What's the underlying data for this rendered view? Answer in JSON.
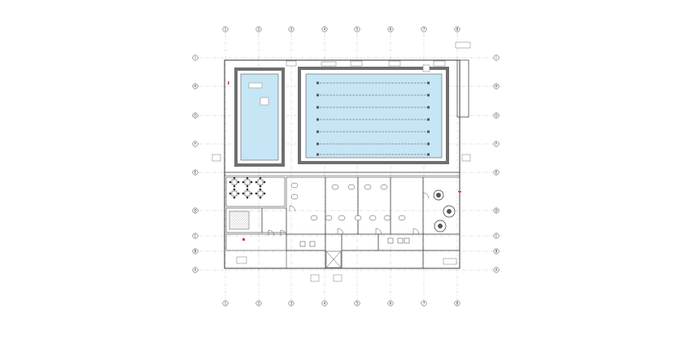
{
  "drawing": {
    "type": "architectural-floor-plan",
    "subject": "natatorium",
    "colors": {
      "line": "#3a3a3a",
      "light_line": "#9a9a9a",
      "pool_water": "#c6e6f6",
      "pool_deck": "#7a7a7a",
      "accent": "#d04040"
    }
  },
  "grid": {
    "columns": [
      "1",
      "2",
      "3",
      "4",
      "5",
      "6",
      "7",
      "8"
    ],
    "rows": [
      "I",
      "H",
      "G",
      "F",
      "E",
      "D",
      "C",
      "B",
      "A"
    ]
  },
  "icons": [
    "grid-bubble-icon",
    "stair-icon",
    "door-swing-icon",
    "table-chair-icon",
    "tank-icon",
    "section-tag-icon"
  ]
}
